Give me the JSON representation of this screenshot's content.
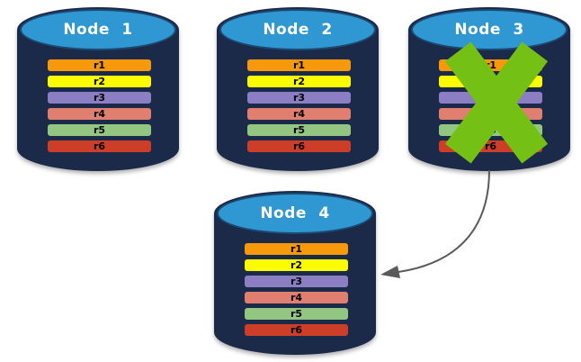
{
  "colors": {
    "background": "#ffffff",
    "cylinder_body": "#1c2a49",
    "cylinder_top": "#2f97d1",
    "cylinder_top_border": "#1b4b74",
    "title_text": "#ffffff",
    "row_text": "#000000",
    "x_mark": "#74c014",
    "arrow": "#5a5a5a"
  },
  "nodes": [
    {
      "title": "Node 1",
      "status": "active",
      "rows": [
        {
          "label": "r1",
          "color": "#f8980b"
        },
        {
          "label": "r2",
          "color": "#fcfc00"
        },
        {
          "label": "r3",
          "color": "#8b7ec3"
        },
        {
          "label": "r4",
          "color": "#e07f70"
        },
        {
          "label": "r5",
          "color": "#92c681"
        },
        {
          "label": "r6",
          "color": "#cc3e27"
        }
      ]
    },
    {
      "title": "Node 2",
      "status": "active",
      "rows": [
        {
          "label": "r1",
          "color": "#f8980b"
        },
        {
          "label": "r2",
          "color": "#fcfc00"
        },
        {
          "label": "r3",
          "color": "#8b7ec3"
        },
        {
          "label": "r4",
          "color": "#e07f70"
        },
        {
          "label": "r5",
          "color": "#92c681"
        },
        {
          "label": "r6",
          "color": "#cc3e27"
        }
      ]
    },
    {
      "title": "Node 3",
      "status": "failed",
      "rows": [
        {
          "label": "r1",
          "color": "#f8980b"
        },
        {
          "label": "r2",
          "color": "#fcfc00"
        },
        {
          "label": "r3",
          "color": "#8b7ec3"
        },
        {
          "label": "r4",
          "color": "#e07f70"
        },
        {
          "label": "r5",
          "color": "#92c681"
        },
        {
          "label": "r6",
          "color": "#cc3e27"
        }
      ]
    },
    {
      "title": "Node 4",
      "status": "active",
      "rows": [
        {
          "label": "r1",
          "color": "#f8980b"
        },
        {
          "label": "r2",
          "color": "#fcfc00"
        },
        {
          "label": "r3",
          "color": "#8b7ec3"
        },
        {
          "label": "r4",
          "color": "#e07f70"
        },
        {
          "label": "r5",
          "color": "#92c681"
        },
        {
          "label": "r6",
          "color": "#cc3e27"
        }
      ]
    }
  ],
  "arrow": {
    "from": "Node 3",
    "to": "Node 4"
  }
}
